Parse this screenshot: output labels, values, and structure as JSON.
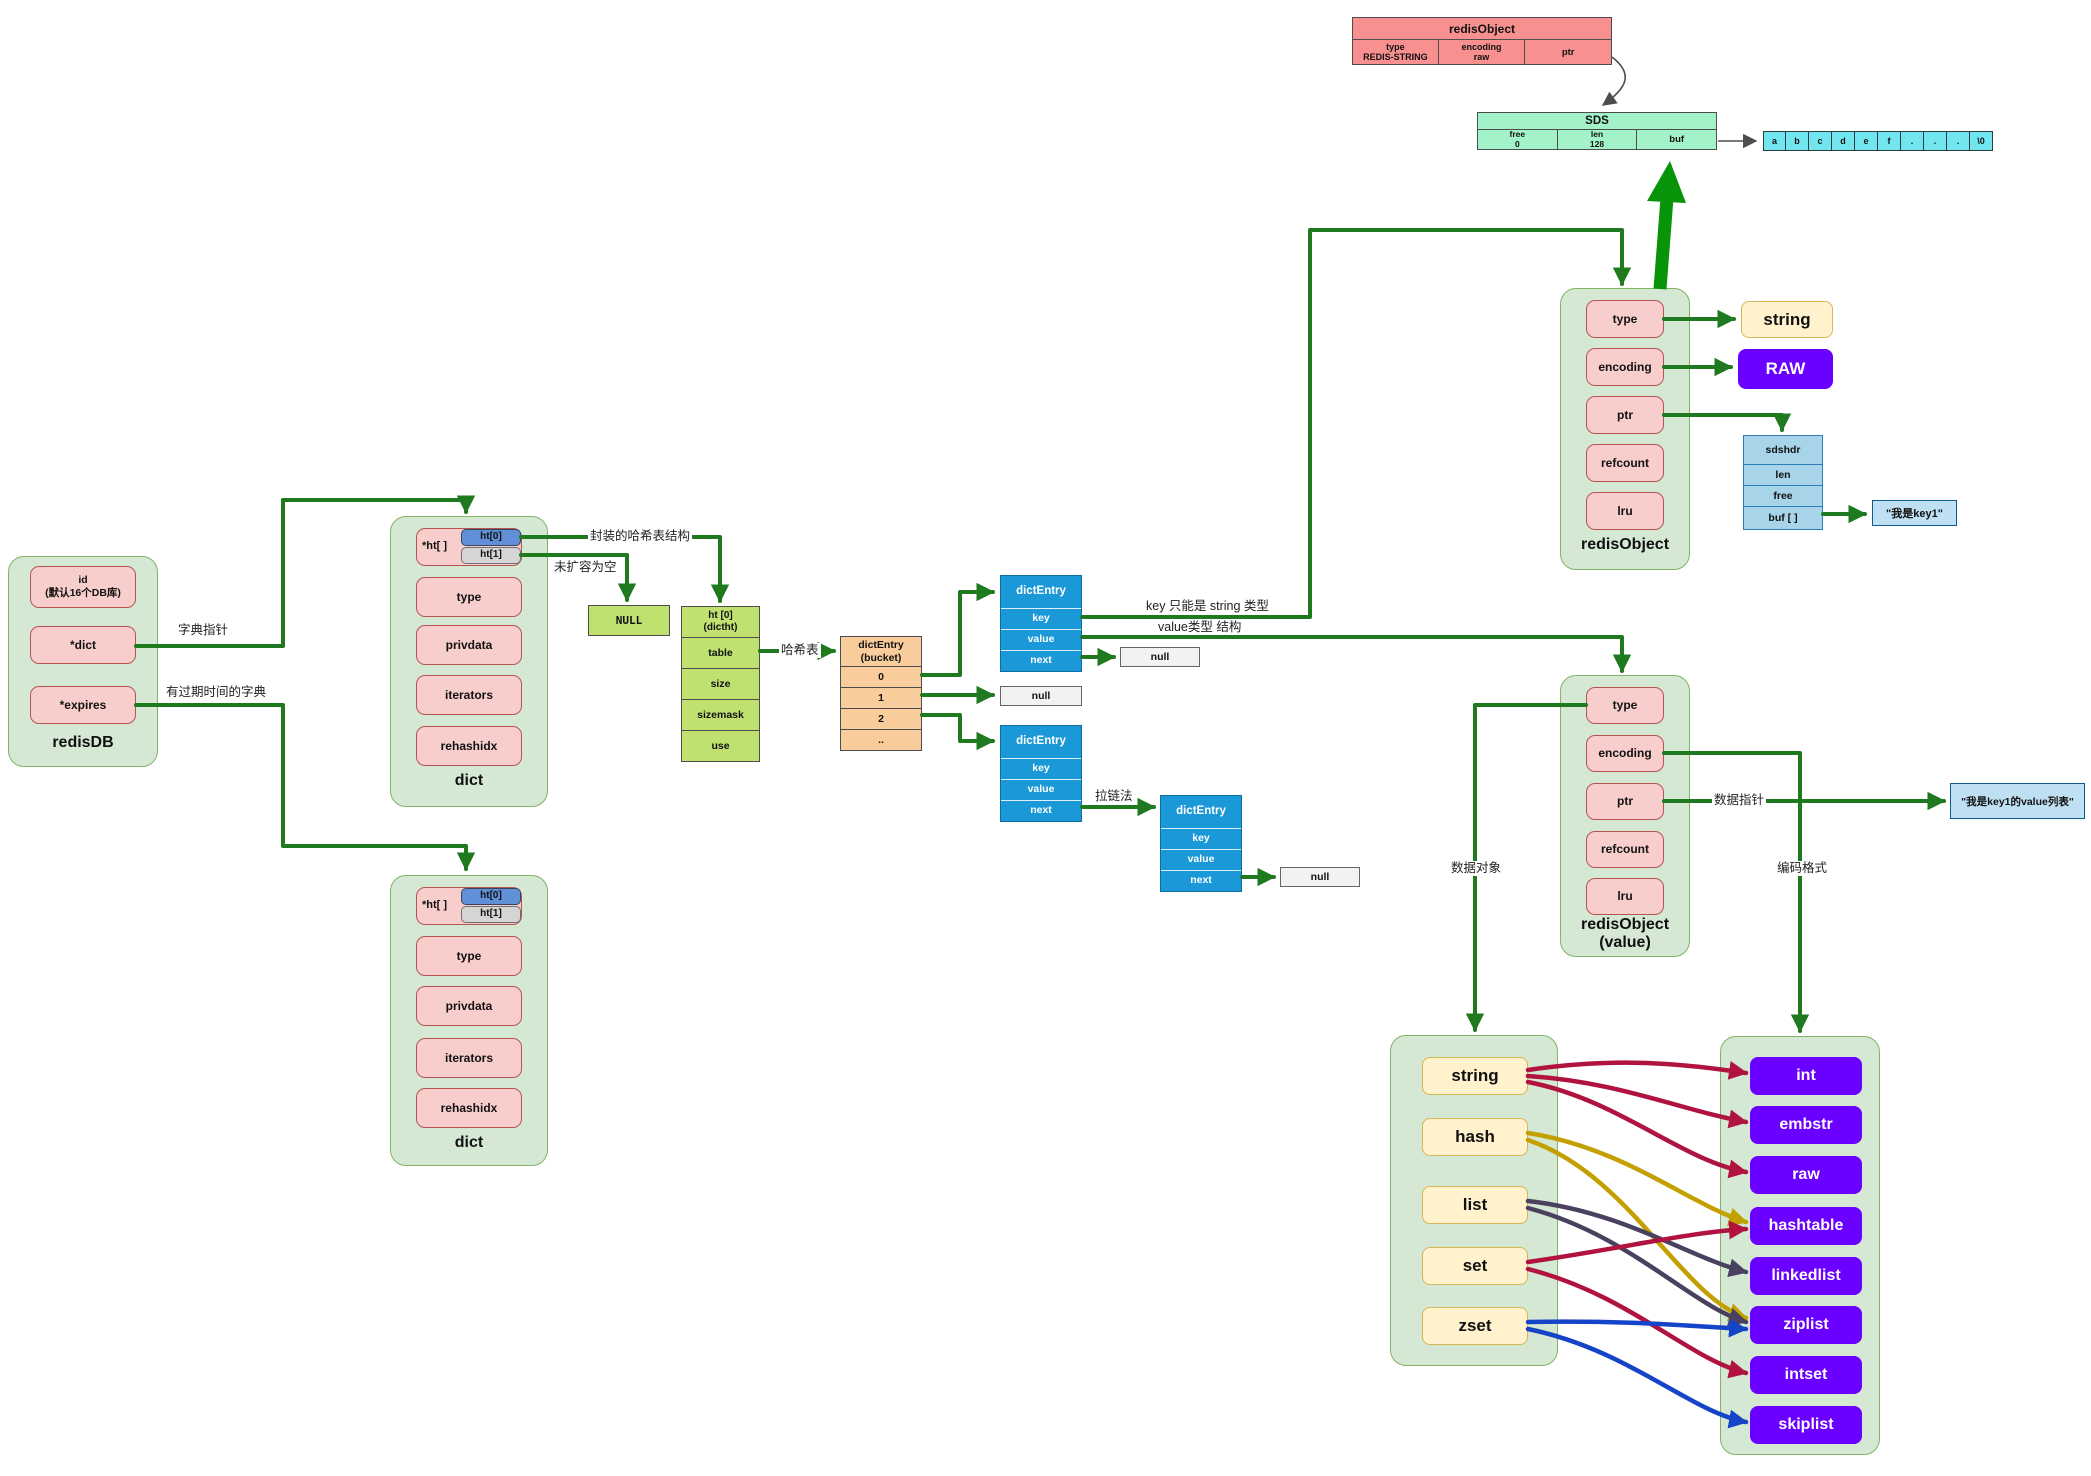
{
  "top_redis_object": {
    "title": "redisObject",
    "type_label": "type",
    "type_value": "REDIS-STRING",
    "encoding_label": "encoding",
    "encoding_value": "raw",
    "ptr_label": "ptr"
  },
  "sds": {
    "title": "SDS",
    "free_label": "free",
    "free_value": "0",
    "len_label": "len",
    "len_value": "128",
    "buf_label": "buf"
  },
  "char_array": {
    "cells": [
      "a",
      "b",
      "c",
      "d",
      "e",
      "f",
      ".",
      ".",
      ".",
      "\\0"
    ]
  },
  "redis_object_string": {
    "label": "redisObject",
    "fields": [
      "type",
      "encoding",
      "ptr",
      "refcount",
      "lru"
    ]
  },
  "string_box": {
    "label": "string"
  },
  "raw_box": {
    "label": "RAW"
  },
  "sdshdr": {
    "rows": [
      "sdshdr",
      "len",
      "free",
      "buf [ ]"
    ]
  },
  "key1_box": {
    "label": "\"我是key1\""
  },
  "redis_db": {
    "label": "redisDB",
    "id_line1": "id",
    "id_line2": "(默认16个DB库)",
    "dict_field": "*dict",
    "expires_field": "*expires"
  },
  "dict_top": {
    "label": "dict",
    "ht_field": "*ht[ ]",
    "ht0": "ht[0]",
    "ht1": "ht[1]",
    "fields": [
      "type",
      "privdata",
      "iterators",
      "rehashidx"
    ]
  },
  "dict_bottom": {
    "label": "dict",
    "ht_field": "*ht[ ]",
    "ht0": "ht[0]",
    "ht1": "ht[1]",
    "fields": [
      "type",
      "privdata",
      "iterators",
      "rehashidx"
    ]
  },
  "null_box": {
    "label": "NULL"
  },
  "dictht": {
    "header_line1": "ht [0]",
    "header_line2": "(dictht)",
    "rows": [
      "table",
      "size",
      "sizemask",
      "use"
    ]
  },
  "bucket": {
    "header_line1": "dictEntry",
    "header_line2": "(bucket)",
    "rows": [
      "0",
      "1",
      "2",
      ".."
    ]
  },
  "dict_entry_1": {
    "header": "dictEntry",
    "rows": [
      "key",
      "value",
      "next"
    ]
  },
  "dict_entry_2": {
    "header": "dictEntry",
    "rows": [
      "key",
      "value",
      "next"
    ]
  },
  "dict_entry_3": {
    "header": "dictEntry",
    "rows": [
      "key",
      "value",
      "next"
    ]
  },
  "null_1": {
    "label": "null"
  },
  "null_2": {
    "label": "null"
  },
  "null_3": {
    "label": "null"
  },
  "redis_object_value": {
    "label_line1": "redisObject",
    "label_line2": "(value)",
    "fields": [
      "type",
      "encoding",
      "ptr",
      "refcount",
      "lru"
    ]
  },
  "value_list_box": {
    "label": "\"我是key1的value列表\""
  },
  "data_types": {
    "items": [
      "string",
      "hash",
      "list",
      "set",
      "zset"
    ]
  },
  "encodings": {
    "items": [
      "int",
      "embstr",
      "raw",
      "hashtable",
      "linkedlist",
      "ziplist",
      "intset",
      "skiplist"
    ]
  },
  "labels": {
    "dict_pointer": "字典指针",
    "expires_dict": "有过期时间的字典",
    "wrapped_hash": "封装的哈希表结构",
    "empty_not_expanded": "未扩容为空",
    "hash_table": "哈希表",
    "key_type": "key 只能是 string 类型",
    "value_type": "value类型 结构",
    "chaining": "拉链法",
    "data_object": "数据对象",
    "encoding_format": "编码格式",
    "data_pointer": "数据指针"
  },
  "encoding_map": [
    {
      "from": "string",
      "to": [
        "int",
        "embstr",
        "raw"
      ],
      "color": "#b0133f"
    },
    {
      "from": "hash",
      "to": [
        "hashtable",
        "ziplist"
      ],
      "color": "#c3a000"
    },
    {
      "from": "list",
      "to": [
        "linkedlist",
        "ziplist"
      ],
      "color": "#4a4160"
    },
    {
      "from": "set",
      "to": [
        "hashtable",
        "intset"
      ],
      "color": "#b0133f"
    },
    {
      "from": "zset",
      "to": [
        "ziplist",
        "skiplist"
      ],
      "color": "#1544c8"
    }
  ],
  "colors": {
    "arrow_green": "#1f7a1f",
    "thick_arrow_green": "#089408",
    "purple": "#6a00ff",
    "crimson": "#b0133f",
    "gold": "#c3a000",
    "slate": "#4a4160",
    "blue": "#1544c8"
  }
}
